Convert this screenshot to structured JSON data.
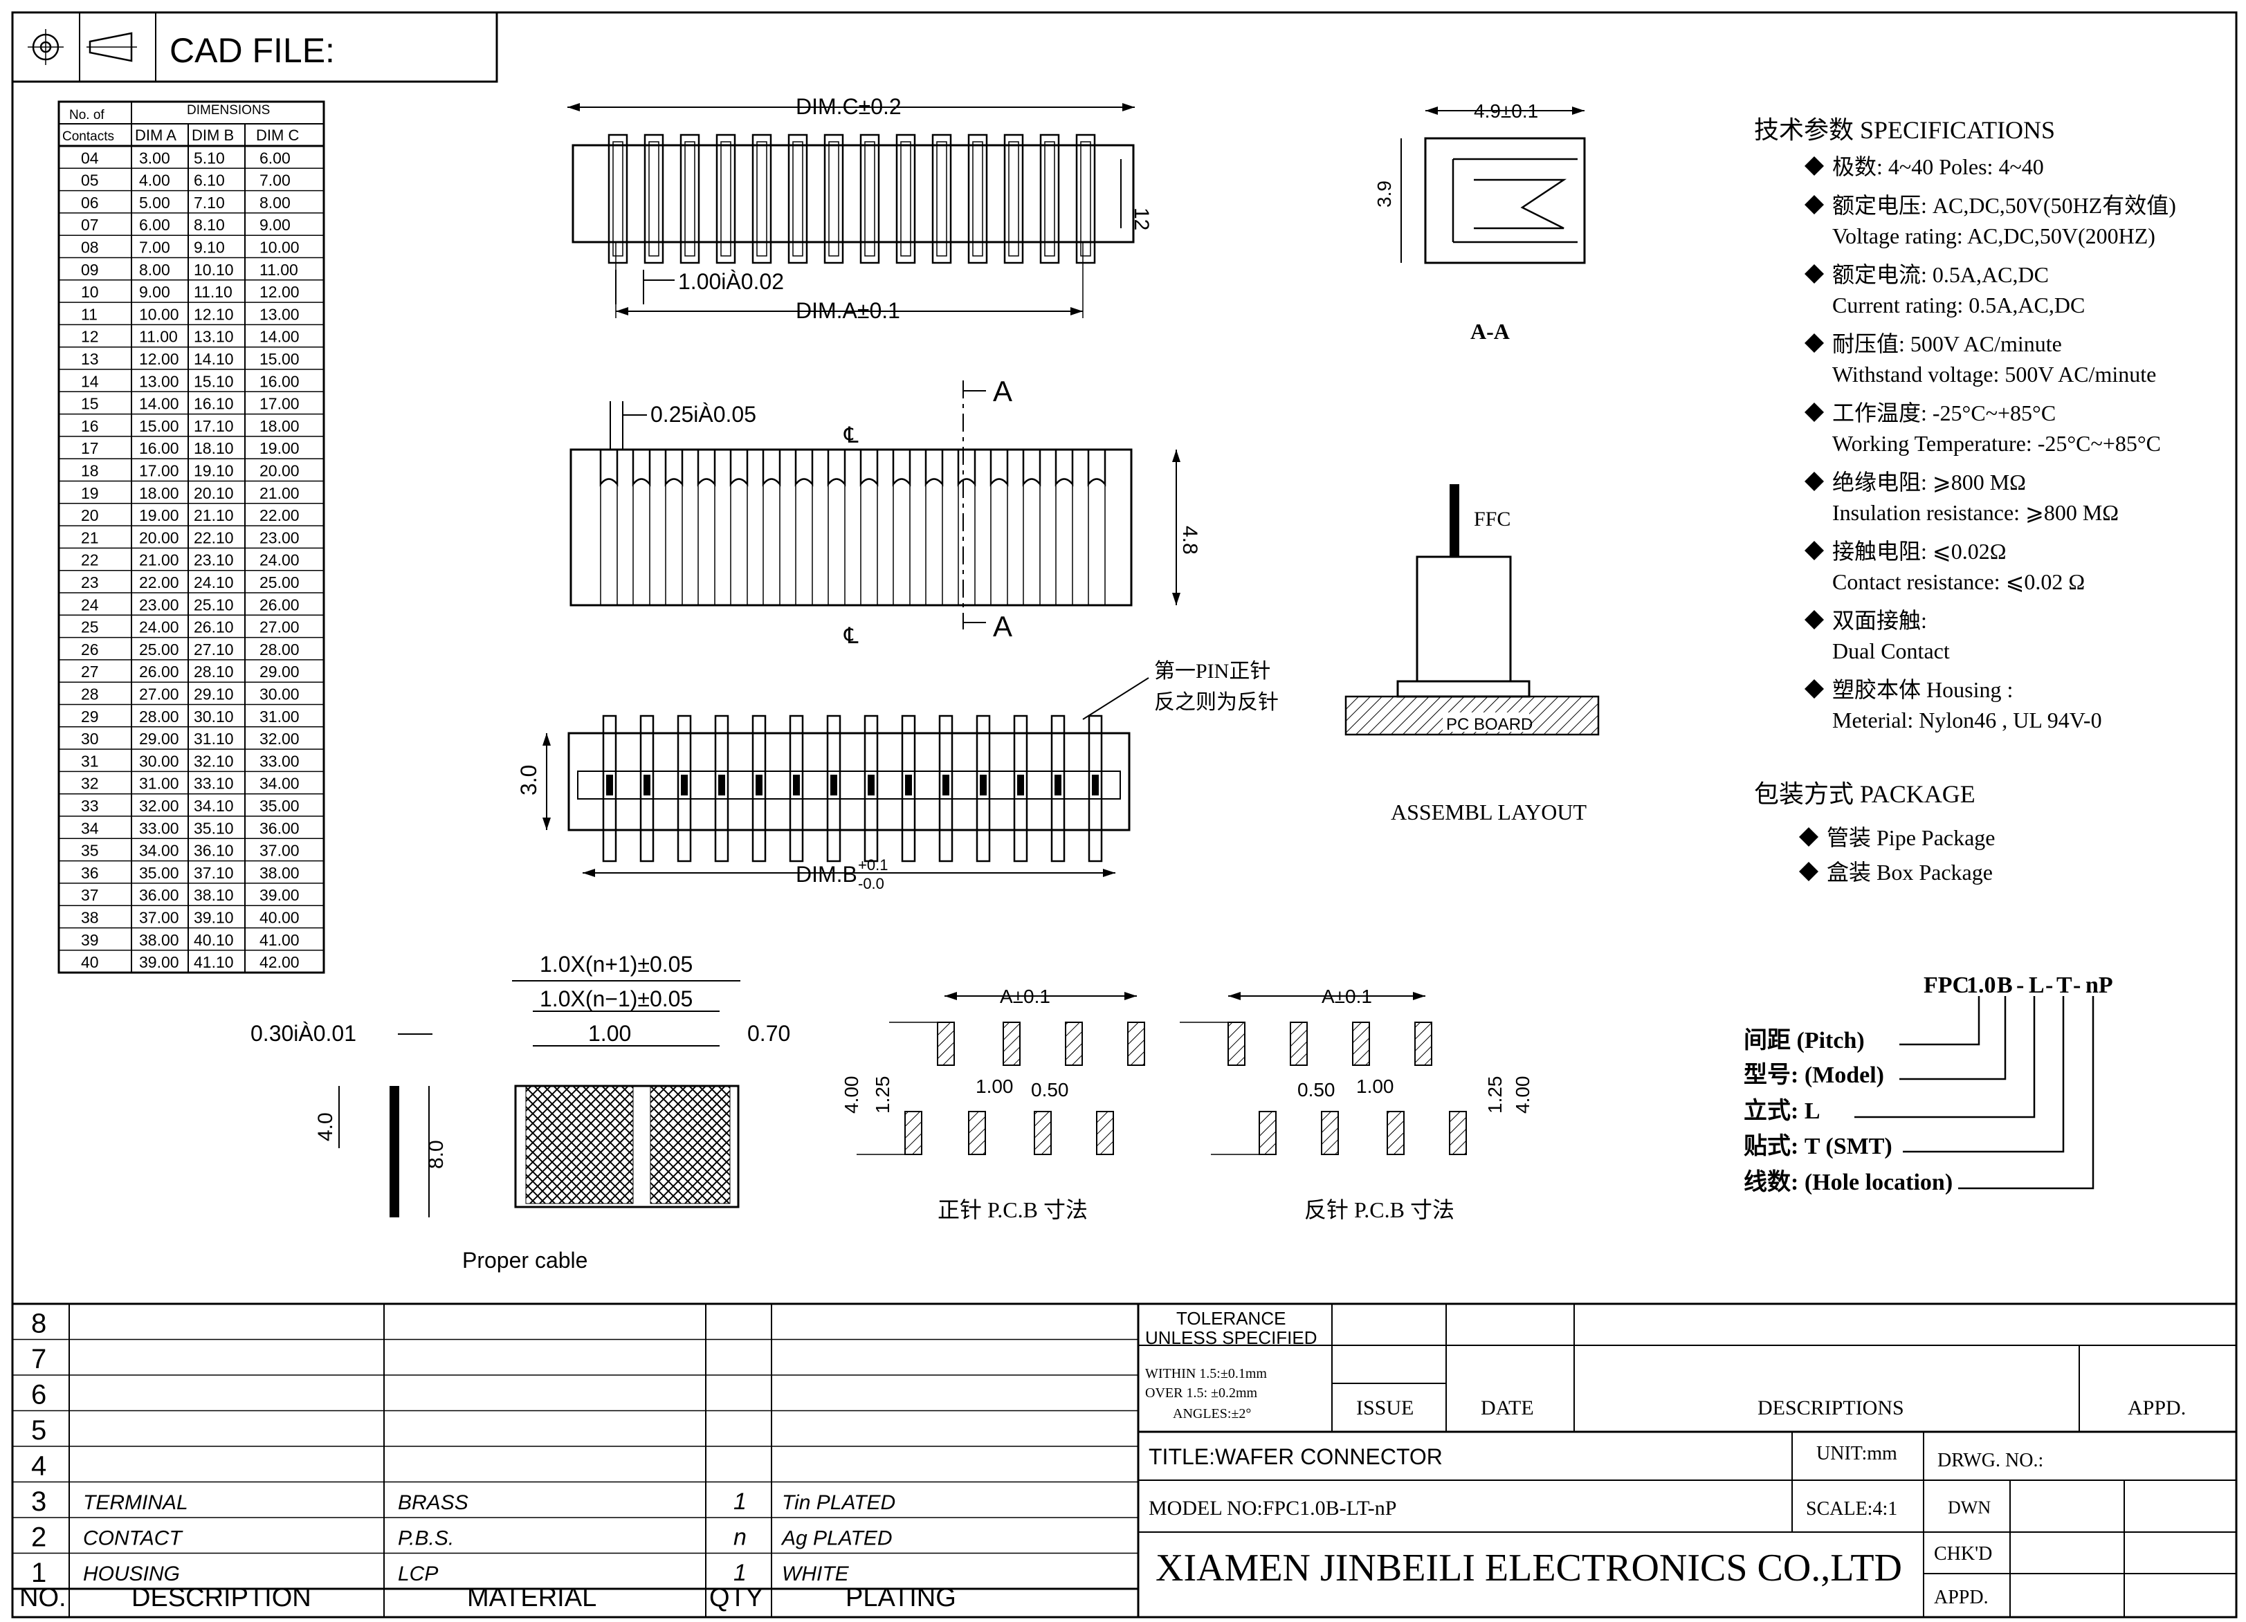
{
  "header": {
    "cad_label": "CAD FILE:"
  },
  "dim_table": {
    "header_top": {
      "contacts_1": "No. of",
      "dimensions": "DIMENSIONS"
    },
    "header_bottom": {
      "contacts_2": "Contacts",
      "dim_a": "DIM A",
      "dim_b": "DIM B",
      "dim_c": "DIM C"
    },
    "rows": [
      [
        "04",
        "3.00",
        "5.10",
        "6.00"
      ],
      [
        "05",
        "4.00",
        "6.10",
        "7.00"
      ],
      [
        "06",
        "5.00",
        "7.10",
        "8.00"
      ],
      [
        "07",
        "6.00",
        "8.10",
        "9.00"
      ],
      [
        "08",
        "7.00",
        "9.10",
        "10.00"
      ],
      [
        "09",
        "8.00",
        "10.10",
        "11.00"
      ],
      [
        "10",
        "9.00",
        "11.10",
        "12.00"
      ],
      [
        "11",
        "10.00",
        "12.10",
        "13.00"
      ],
      [
        "12",
        "11.00",
        "13.10",
        "14.00"
      ],
      [
        "13",
        "12.00",
        "14.10",
        "15.00"
      ],
      [
        "14",
        "13.00",
        "15.10",
        "16.00"
      ],
      [
        "15",
        "14.00",
        "16.10",
        "17.00"
      ],
      [
        "16",
        "15.00",
        "17.10",
        "18.00"
      ],
      [
        "17",
        "16.00",
        "18.10",
        "19.00"
      ],
      [
        "18",
        "17.00",
        "19.10",
        "20.00"
      ],
      [
        "19",
        "18.00",
        "20.10",
        "21.00"
      ],
      [
        "20",
        "19.00",
        "21.10",
        "22.00"
      ],
      [
        "21",
        "20.00",
        "22.10",
        "23.00"
      ],
      [
        "22",
        "21.00",
        "23.10",
        "24.00"
      ],
      [
        "23",
        "22.00",
        "24.10",
        "25.00"
      ],
      [
        "24",
        "23.00",
        "25.10",
        "26.00"
      ],
      [
        "25",
        "24.00",
        "26.10",
        "27.00"
      ],
      [
        "26",
        "25.00",
        "27.10",
        "28.00"
      ],
      [
        "27",
        "26.00",
        "28.10",
        "29.00"
      ],
      [
        "28",
        "27.00",
        "29.10",
        "30.00"
      ],
      [
        "29",
        "28.00",
        "30.10",
        "31.00"
      ],
      [
        "30",
        "29.00",
        "31.10",
        "32.00"
      ],
      [
        "31",
        "30.00",
        "32.10",
        "33.00"
      ],
      [
        "32",
        "31.00",
        "33.10",
        "34.00"
      ],
      [
        "33",
        "32.00",
        "34.10",
        "35.00"
      ],
      [
        "34",
        "33.00",
        "35.10",
        "36.00"
      ],
      [
        "35",
        "34.00",
        "36.10",
        "37.00"
      ],
      [
        "36",
        "35.00",
        "37.10",
        "38.00"
      ],
      [
        "37",
        "36.00",
        "38.10",
        "39.00"
      ],
      [
        "38",
        "37.00",
        "39.10",
        "40.00"
      ],
      [
        "39",
        "38.00",
        "40.10",
        "41.00"
      ],
      [
        "40",
        "39.00",
        "41.10",
        "42.00"
      ]
    ]
  },
  "drawing": {
    "dim_c": "DIM.C±0.2",
    "dim_12": "12",
    "pitch": "1.00iÀ0.02",
    "dim_a": "DIM.A±0.1",
    "slot": "0.25iÀ0.05",
    "section_mark": "A",
    "centerline": "℄",
    "height_48": "4.8",
    "first_pin_1": "第一PIN正针",
    "first_pin_2": "反之则为反针",
    "height_30": "3.0",
    "dim_b": "DIM.B",
    "dim_b_plus": "+0.1",
    "dim_b_minus": "-0.0",
    "width_49": "4.9±0.1",
    "height_39": "3.9",
    "section_aa": "A-A",
    "ffc": "FFC",
    "pc_board": "PC BOARD",
    "assembl_layout": "ASSEMBL LAYOUT"
  },
  "cable": {
    "thickness": "0.30iÀ0.01",
    "dim_40": "4.0",
    "dim_80": "8.0",
    "n_plus": "1.0X(n+1)±0.05",
    "n_minus": "1.0X(n−1)±0.05",
    "pitch_100": "1.00",
    "edge_070": "0.70",
    "label": "Proper cable"
  },
  "pcb": {
    "a_tol": "A±0.1",
    "d400": "4.00",
    "d125": "1.25",
    "d100": "1.00",
    "d050": "0.50",
    "label_front": "正针 P.C.B 寸法",
    "label_back": "反针 P.C.B 寸法"
  },
  "specs": {
    "title": "技术参数   SPECIFICATIONS",
    "items": [
      {
        "l1": "极数: 4~40      Poles: 4~40"
      },
      {
        "l1": "额定电压: AC,DC,50V(50HZ有效值)",
        "l2": "Voltage rating: AC,DC,50V(200HZ)"
      },
      {
        "l1": "额定电流: 0.5A,AC,DC",
        "l2": "Current rating: 0.5A,AC,DC"
      },
      {
        "l1": "耐压值: 500V AC/minute",
        "l2": "Withstand voltage: 500V AC/minute"
      },
      {
        "l1": "工作温度: -25°C~+85°C",
        "l2": "Working Temperature: -25°C~+85°C"
      },
      {
        "l1": "绝缘电阻: ⩾800 MΩ",
        "l2": "Insulation resistance: ⩾800 MΩ"
      },
      {
        "l1": "接触电阻: ⩽0.02Ω",
        "l2": "Contact resistance: ⩽0.02 Ω"
      },
      {
        "l1": "双面接触:",
        "l2": "Dual Contact"
      },
      {
        "l1": "塑胶本体   Housing :",
        "l2": "Meterial: Nylon46 , UL 94V-0"
      }
    ],
    "package_title": "包装方式   PACKAGE",
    "package_items": [
      "管装   Pipe Package",
      "盒装   Box Package"
    ]
  },
  "part_code": {
    "fpc": "FPC",
    "p10": "1.0",
    "b": "B",
    "dash1": "-",
    "l": "L",
    "dash2": "-",
    "t": "T",
    "dash3": "-",
    "np": "nP",
    "legends": [
      "间距 (Pitch)",
      "型号: (Model)",
      "立式: L",
      "贴式: T (SMT)",
      "线数: (Hole location)"
    ]
  },
  "bom": {
    "row_numbers": [
      "8",
      "7",
      "6",
      "5",
      "4",
      "3",
      "2",
      "1"
    ],
    "rows": [
      {
        "desc": "TERMINAL",
        "material": "BRASS",
        "qty": "1",
        "plating": "Tin PLATED"
      },
      {
        "desc": "CONTACT",
        "material": "P.B.S.",
        "qty": "n",
        "plating": "Ag PLATED"
      },
      {
        "desc": "HOUSING",
        "material": "LCP",
        "qty": "1",
        "plating": "WHITE"
      }
    ],
    "header": {
      "no": "NO.",
      "desc": "DESCRIPTION",
      "material": "MATERIAL",
      "qty": "QTY",
      "plating": "PLATING"
    }
  },
  "title_block": {
    "tol_1": "TOLERANCE",
    "tol_2": "UNLESS SPECIFIED",
    "within": "WITHIN 1.5:±0.1mm",
    "over": "OVER 1.5: ±0.2mm",
    "angles": "ANGLES:±2°",
    "issue": "ISSUE",
    "date": "DATE",
    "descriptions": "DESCRIPTIONS",
    "appd": "APPD.",
    "title": "TITLE:WAFER CONNECTOR",
    "unit": "UNIT:mm",
    "drwg_no": "DRWG. NO.:",
    "model": "MODEL NO:FPC1.0B-LT-nP",
    "scale": "SCALE:4:1",
    "dwn": "DWN",
    "company": "XIAMEN JINBEILI ELECTRONICS CO.,LTD",
    "chkd": "CHK'D",
    "appd2": "APPD."
  }
}
